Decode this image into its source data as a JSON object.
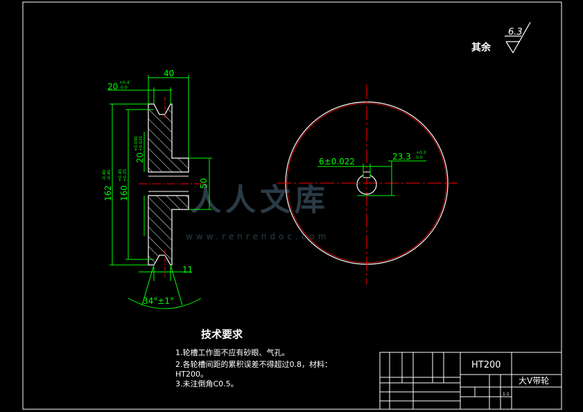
{
  "roughness": {
    "label": "其余",
    "value": "6.3"
  },
  "dims": {
    "width_top": "40",
    "groove": "20",
    "groove_tol_upper": "+0.4",
    "groove_tol_lower": "-0.0",
    "hub_bore": "20",
    "hub_bore_tol_upper": "+0.090",
    "hub_bore_tol_lower": "+0.025",
    "outer_dia": "162",
    "outer_dia_tol_upper": "-0.40",
    "outer_dia_tol_lower": "-0.40",
    "pitch_dia": "160",
    "pitch_dia_tol_upper": "+0.45",
    "pitch_dia_tol_lower": "+0.25",
    "hub_dia": "50",
    "web": "11",
    "angle": "34°±1°",
    "keyway": "6±0.022",
    "key_depth": "23.3",
    "key_depth_tol_upper": "+0.3",
    "key_depth_tol_lower": "0.0"
  },
  "requirements": {
    "title": "技术要求",
    "items": [
      "1.轮槽工作面不应有砂眼、气孔。",
      "2.各轮槽间距的累积误差不得超过0.8，材料：",
      "HT200。",
      "3.未注倒角C0.5。"
    ]
  },
  "title_block": {
    "material": "HT200",
    "part_name": "大V带轮",
    "scale": "1:1"
  },
  "watermark": {
    "text": "人人文库",
    "url": "www.renrendoc.com"
  },
  "colors": {
    "frame": "#ffffff",
    "dim": "#00ff00",
    "part": "#ff0000",
    "outline": "#ffffff"
  }
}
